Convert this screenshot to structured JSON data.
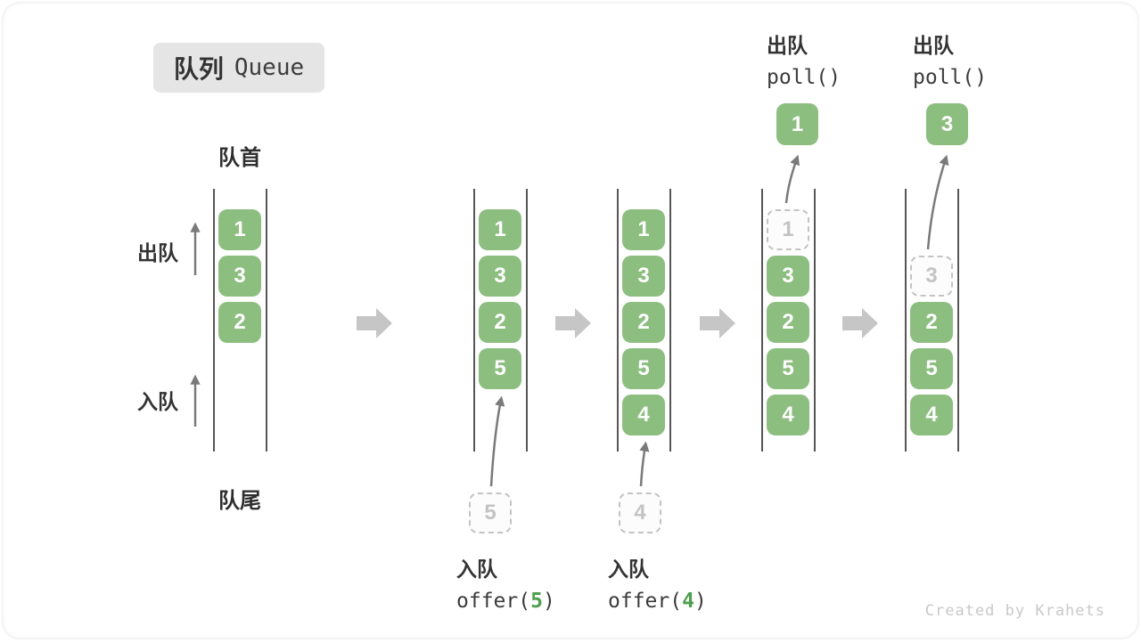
{
  "title": {
    "zh": "队列",
    "en": "Queue"
  },
  "labels": {
    "front": "队首",
    "rear": "队尾",
    "dequeue": "出队",
    "enqueue": "入队"
  },
  "queues": [
    {
      "cells": [
        {
          "v": "1"
        },
        {
          "v": "3"
        },
        {
          "v": "2"
        }
      ]
    },
    {
      "cells": [
        {
          "v": "1"
        },
        {
          "v": "3"
        },
        {
          "v": "2"
        },
        {
          "v": "5"
        }
      ]
    },
    {
      "cells": [
        {
          "v": "1"
        },
        {
          "v": "3"
        },
        {
          "v": "2"
        },
        {
          "v": "5"
        },
        {
          "v": "4"
        }
      ]
    },
    {
      "cells": [
        {
          "v": "1"
        },
        {
          "v": "3"
        },
        {
          "v": "2"
        },
        {
          "v": "5"
        },
        {
          "v": "4"
        }
      ]
    },
    {
      "cells": [
        {
          "v": "3"
        },
        {
          "v": "2"
        },
        {
          "v": "5"
        },
        {
          "v": "4"
        }
      ]
    }
  ],
  "enqueue_ops": [
    {
      "label": "入队",
      "fn_open": "offer(",
      "arg": "5",
      "fn_close": ")",
      "pending_value": "5"
    },
    {
      "label": "入队",
      "fn_open": "offer(",
      "arg": "4",
      "fn_close": ")",
      "pending_value": "4"
    }
  ],
  "dequeue_ops": [
    {
      "label": "出队",
      "code": "poll()",
      "result": "1"
    },
    {
      "label": "出队",
      "code": "poll()",
      "result": "3"
    }
  ],
  "watermark": "Created by Krahets",
  "colors": {
    "box_green": "#8CBE80",
    "code_green": "#4D9F4D",
    "block_arrow_gray": "#c6c6c6",
    "thin_arrow_gray": "#7a7a7a",
    "title_bg": "#e5e5e5"
  }
}
